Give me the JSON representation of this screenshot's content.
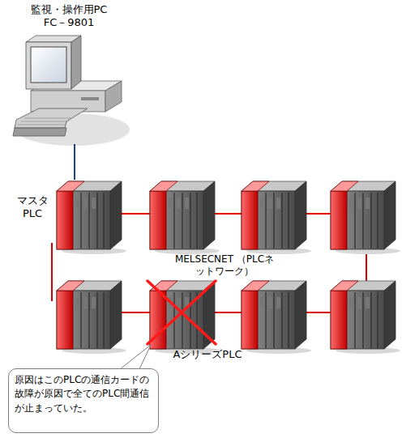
{
  "diagram": {
    "nodes": [
      {
        "text": [
          "監視・操作用PC FC－9801"
        ]
      },
      {
        "text": [
          "マスタ PLC"
        ]
      },
      {
        "text": [
          "AシリーズPLC"
        ]
      },
      {
        "text": [
          "原因はこのPLCの通信カードの故障が原因で全てのPLC間通信が止まっていた。"
        ]
      }
    ],
    "edges": [
      {
        "from": 0,
        "to": 1,
        "arrow": "none"
      }
    ],
    "labels": [
      "MELSECNET （PLCネットワーク）"
    ]
  }
}
